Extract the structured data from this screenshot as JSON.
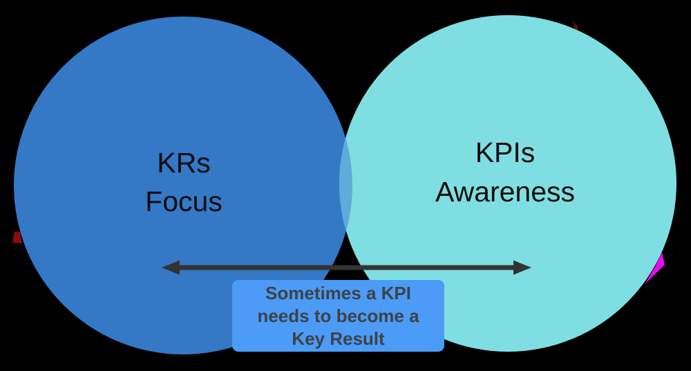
{
  "canvas": {
    "background": "#000000"
  },
  "venn": {
    "left": {
      "lines": [
        "KRs",
        "Focus"
      ],
      "color": "#3478C6",
      "text_color": "#0D0D0D"
    },
    "right": {
      "lines": [
        "KPIs",
        "Awareness"
      ],
      "color": "#7FDEE1",
      "text_color": "#0D0D0D"
    },
    "overlap_color": "#5FABD9"
  },
  "arrow": {
    "color": "#333333"
  },
  "caption": {
    "lines": [
      "Sometimes a KPI",
      "needs to become a",
      "Key Result"
    ],
    "background": "#4C9BF7",
    "text_color": "#3E4247"
  },
  "artifacts": {
    "left_red_mark_color": "#8E0B0B",
    "top_red_mark_color": "#6B0B0B",
    "right_magenta_mark_color": "#E70BEF"
  }
}
